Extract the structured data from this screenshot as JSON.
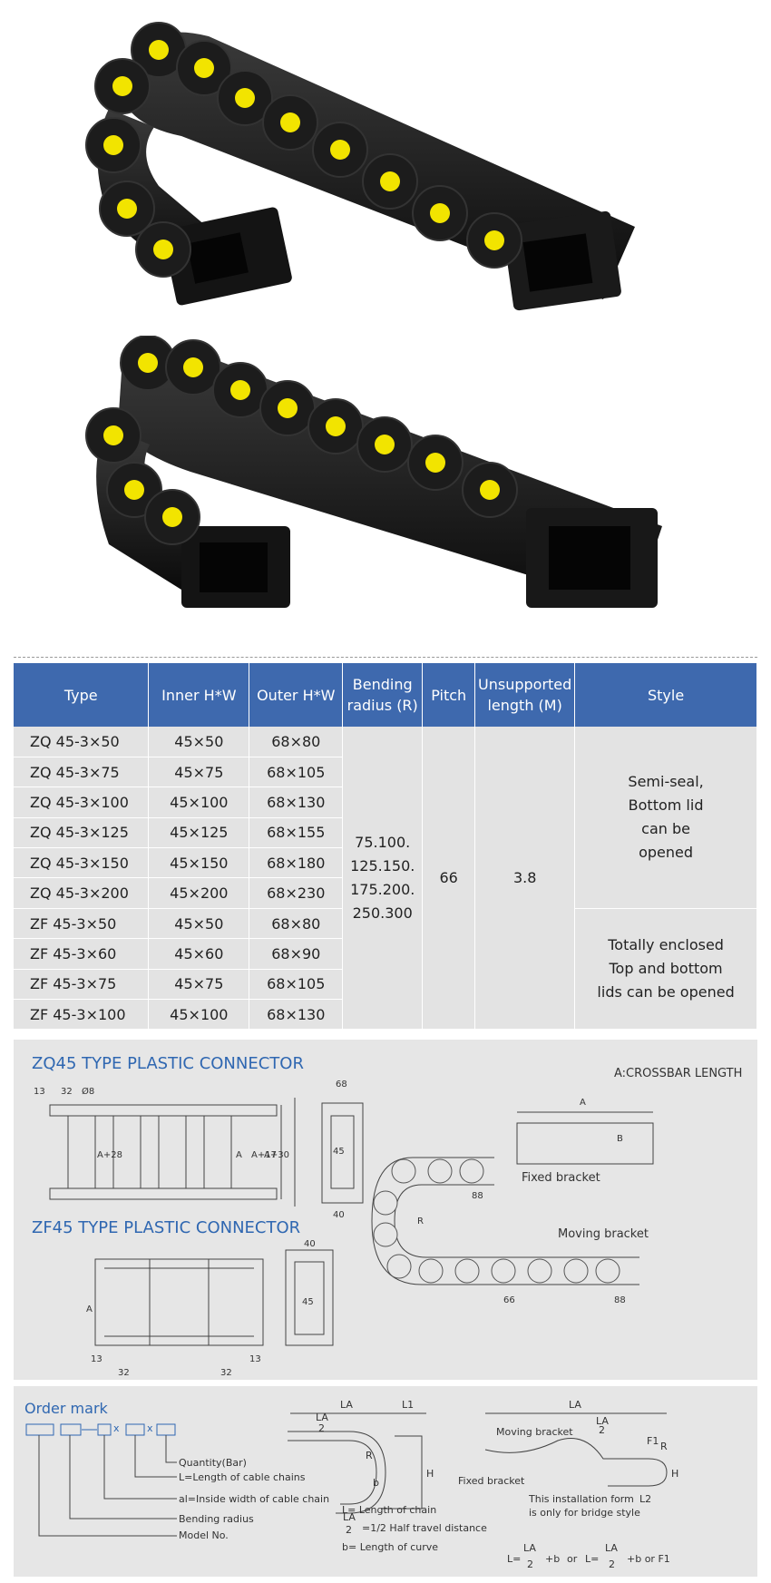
{
  "table": {
    "headers": [
      "Type",
      "Inner H*W",
      "Outer H*W",
      "Bending radius (R)",
      "Pitch",
      "Unsupported length (M)",
      "Style"
    ],
    "rows": [
      {
        "type": "ZQ  45-3×50",
        "inner": "45×50",
        "outer": "68×80"
      },
      {
        "type": "ZQ  45-3×75",
        "inner": "45×75",
        "outer": "68×105"
      },
      {
        "type": "ZQ  45-3×100",
        "inner": "45×100",
        "outer": "68×130"
      },
      {
        "type": "ZQ  45-3×125",
        "inner": "45×125",
        "outer": "68×155"
      },
      {
        "type": "ZQ  45-3×150",
        "inner": "45×150",
        "outer": "68×180"
      },
      {
        "type": "ZQ  45-3×200",
        "inner": "45×200",
        "outer": "68×230"
      },
      {
        "type": "ZF  45-3×50",
        "inner": "45×50",
        "outer": "68×80"
      },
      {
        "type": "ZF  45-3×60",
        "inner": "45×60",
        "outer": "68×90"
      },
      {
        "type": "ZF  45-3×75",
        "inner": "45×75",
        "outer": "68×105"
      },
      {
        "type": "ZF  45-3×100",
        "inner": "45×100",
        "outer": "68×130"
      }
    ],
    "bending_radius": [
      "75.100.",
      "125.150.",
      "175.200.",
      "250.300"
    ],
    "pitch": "66",
    "unsupported_length": "3.8",
    "style_zq": [
      "Semi-seal,",
      "Bottom lid",
      "can be",
      "opened"
    ],
    "style_zf": [
      "Totally enclosed",
      "Top and bottom",
      "lids can be opened"
    ]
  },
  "connectors": {
    "zq_title": "ZQ45 TYPE PLASTIC CONNECTOR",
    "zf_title": "ZF45 TYPE PLASTIC CONNECTOR",
    "crossbar_note": "A:CROSSBAR LENGTH",
    "fixed_bracket": "Fixed bracket",
    "moving_bracket": "Moving bracket",
    "dims": {
      "d13": "13",
      "d32": "32",
      "d8": "Ø8",
      "a28": "A+28",
      "a": "A",
      "a30": "A+30",
      "a17": "A+17",
      "d68": "68",
      "d45": "45",
      "d40": "40",
      "d88": "88",
      "d66": "66",
      "r": "R",
      "b": "B"
    }
  },
  "order": {
    "title": "Order mark",
    "lines": [
      "Quantity(Bar)",
      "L=Length of cable chains",
      "al=Inside width of cable chain",
      "Bending radius",
      "Model No."
    ],
    "la": "LA",
    "l1": "L1",
    "l2": "L2",
    "r": "R",
    "h": "H",
    "b": "b",
    "f1": "F1",
    "two": "2",
    "x": "x",
    "legend_l": "L= Length of chain",
    "legend_half": "=1/2 Half travel distance",
    "legend_b": "b= Length of curve",
    "moving_bracket": "Moving bracket",
    "fixed_bracket": "Fixed bracket",
    "bridge_note_1": "This installation form",
    "bridge_note_2": "is only for bridge style",
    "formula_l": "L=",
    "formula_plus_b": "+b",
    "formula_or": "or",
    "formula_l2": "L=",
    "formula_plus_b_f1": "+b   or F1"
  },
  "colors": {
    "header_blue": "#3e69ae",
    "cell_gray": "#e3e3e3",
    "title_blue": "#2f67b1",
    "link_yellow": "#f2e400"
  }
}
